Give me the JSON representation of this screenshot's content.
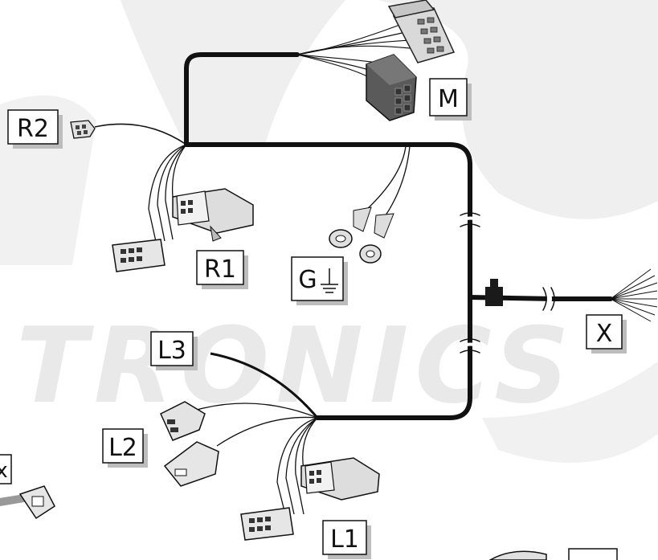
{
  "watermark": {
    "text": "TRONICS"
  },
  "labels": {
    "M": "M",
    "R2": "R2",
    "R1": "R1",
    "G": "G",
    "L3": "L3",
    "X": "X",
    "L2": "L2",
    "L1": "L1",
    "partial": "x"
  },
  "colors": {
    "wire": "#111111",
    "connector_grey": "#d6d6d6",
    "connector_dark": "#555555",
    "label_shadow": "#bdbdbd"
  }
}
